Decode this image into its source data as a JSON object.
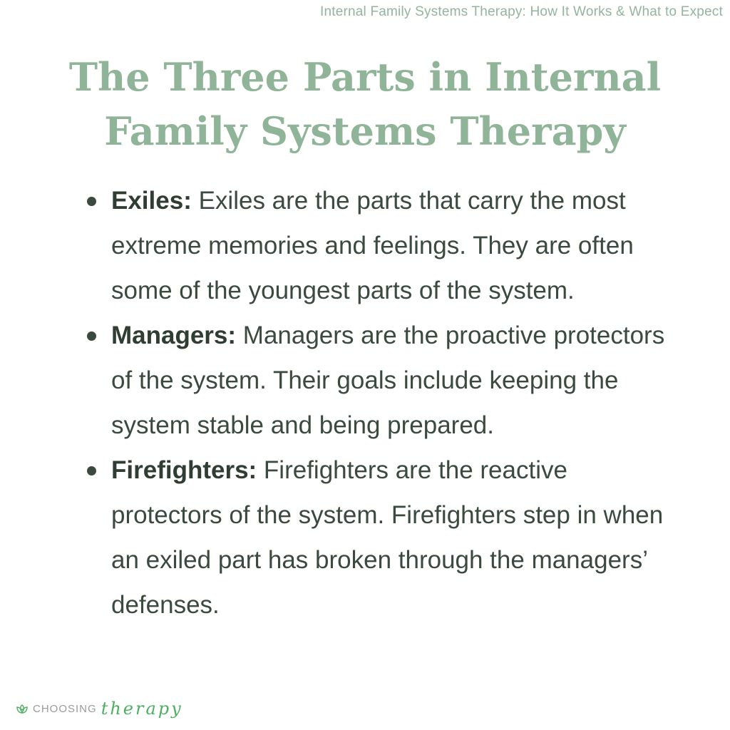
{
  "header": {
    "caption": "Internal Family Systems Therapy: How It Works & What to Expect"
  },
  "title": {
    "line1": "The Three Parts in Internal",
    "line2": "Family Systems Therapy"
  },
  "items": [
    {
      "term": "Exiles:",
      "text": " Exiles are the parts that carry the most extreme memories and feelings. They are often some of the youngest parts of the system."
    },
    {
      "term": "Managers:",
      "text": " Managers are the proactive protectors of the system. Their goals include keeping the system stable and being prepared."
    },
    {
      "term": "Firefighters:",
      "text": " Firefighters are the reactive protectors of the system. Firefighters step in when an exiled part has broken through the managers’ defenses."
    }
  ],
  "footer": {
    "brand_word": "CHOOSING",
    "brand_script": "therapy",
    "logo_icon": "lotus-icon"
  },
  "colors": {
    "accent": "#8fb498",
    "text": "#3a4a3e",
    "brand_green": "#4caf62"
  }
}
